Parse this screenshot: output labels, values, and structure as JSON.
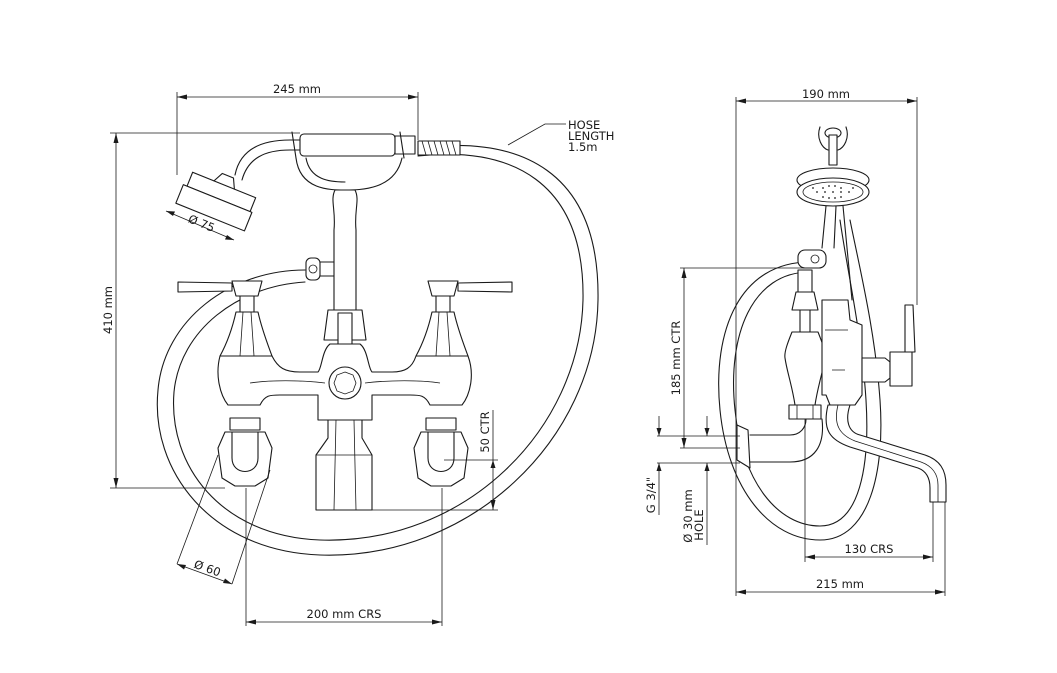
{
  "drawing": {
    "title": "Bath shower mixer technical drawing",
    "line_color": "#1a1a1a",
    "background": "#ffffff"
  },
  "front_view": {
    "width_label": "245 mm",
    "height_label": "410 mm",
    "handset_diameter_label": "Ø 75",
    "hose_label_lines": [
      "HOSE",
      "LENGTH",
      "1.5m"
    ],
    "flange_diameter_label": "Ø 60",
    "centres_label": "200 mm CRS",
    "eccentric_label": "50 CTR"
  },
  "side_view": {
    "width_top_label": "190 mm",
    "height_ctr_label": "185 mm CTR",
    "thread_label": "G 3/4\"",
    "hole_label_lines": [
      "Ø 30 mm",
      "HOLE"
    ],
    "spout_centres_label": "130 CRS",
    "depth_label": "215 mm"
  }
}
